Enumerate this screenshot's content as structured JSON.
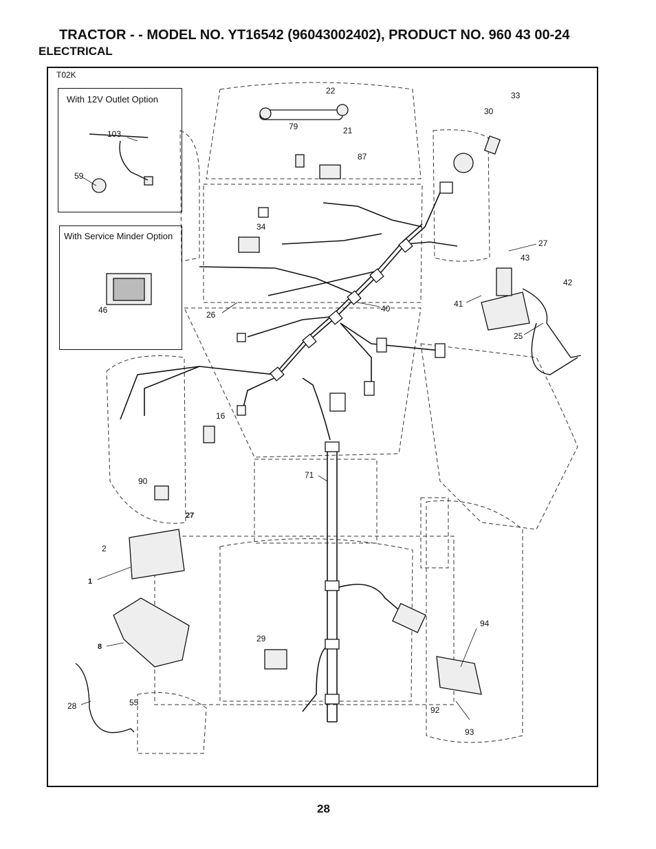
{
  "header": {
    "title": "TRACTOR - - MODEL NO. YT16542 (96043002402), PRODUCT NO. 960 43 00-24",
    "section": "ELECTRICAL"
  },
  "diagram": {
    "code": "T02K",
    "insets": [
      {
        "label": "With 12V Outlet Option"
      },
      {
        "label": "With Service Minder Option"
      }
    ],
    "callouts": [
      "22",
      "33",
      "30",
      "79",
      "21",
      "87",
      "103",
      "59",
      "34",
      "27",
      "43",
      "42",
      "41",
      "40",
      "26",
      "25",
      "16",
      "90",
      "71",
      "27",
      "2",
      "1",
      "8",
      "29",
      "94",
      "28",
      "55",
      "92",
      "93",
      "46"
    ]
  },
  "footer": {
    "page_number": "28"
  }
}
